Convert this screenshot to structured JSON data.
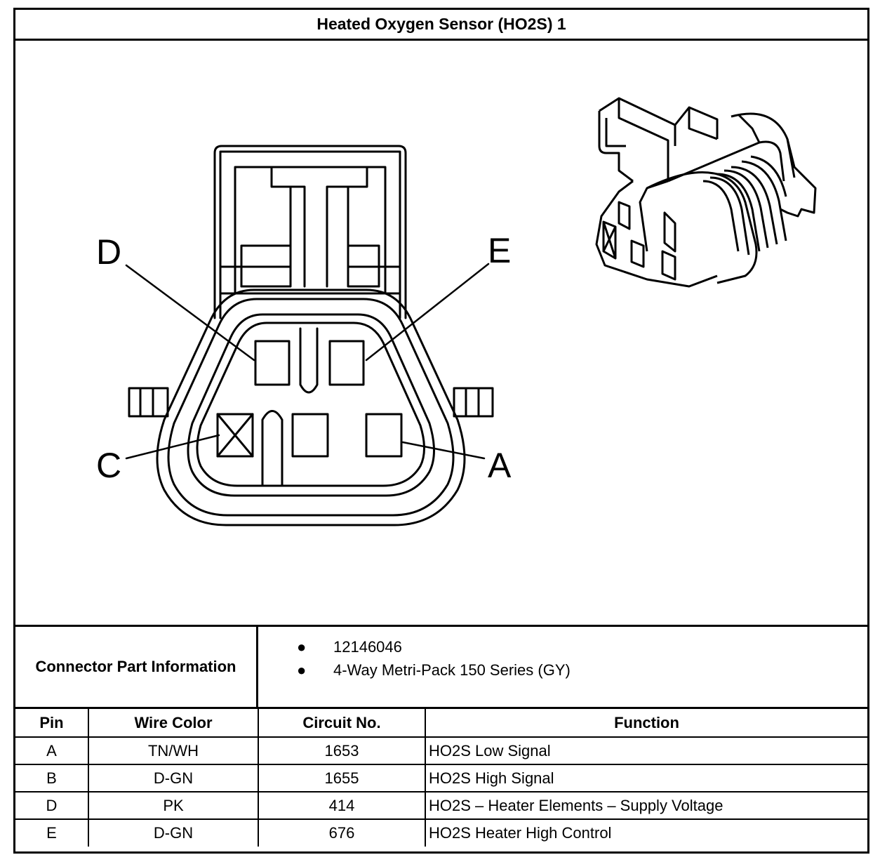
{
  "title": "Heated Oxygen Sensor (HO2S) 1",
  "diagram": {
    "pin_labels": {
      "d": "D",
      "e": "E",
      "c": "C",
      "a": "A"
    }
  },
  "connector_info": {
    "label": "Connector Part Information",
    "items": [
      "12146046",
      "4-Way Metri-Pack 150 Series (GY)"
    ]
  },
  "pin_table": {
    "headers": {
      "pin": "Pin",
      "wire_color": "Wire Color",
      "circuit": "Circuit No.",
      "function": "Function"
    },
    "rows": [
      {
        "pin": "A",
        "wire_color": "TN/WH",
        "circuit": "1653",
        "function": "HO2S Low Signal"
      },
      {
        "pin": "B",
        "wire_color": "D-GN",
        "circuit": "1655",
        "function": "HO2S High Signal"
      },
      {
        "pin": "D",
        "wire_color": "PK",
        "circuit": "414",
        "function": "HO2S – Heater Elements – Supply Voltage"
      },
      {
        "pin": "E",
        "wire_color": "D-GN",
        "circuit": "676",
        "function": "HO2S Heater High Control"
      }
    ]
  }
}
